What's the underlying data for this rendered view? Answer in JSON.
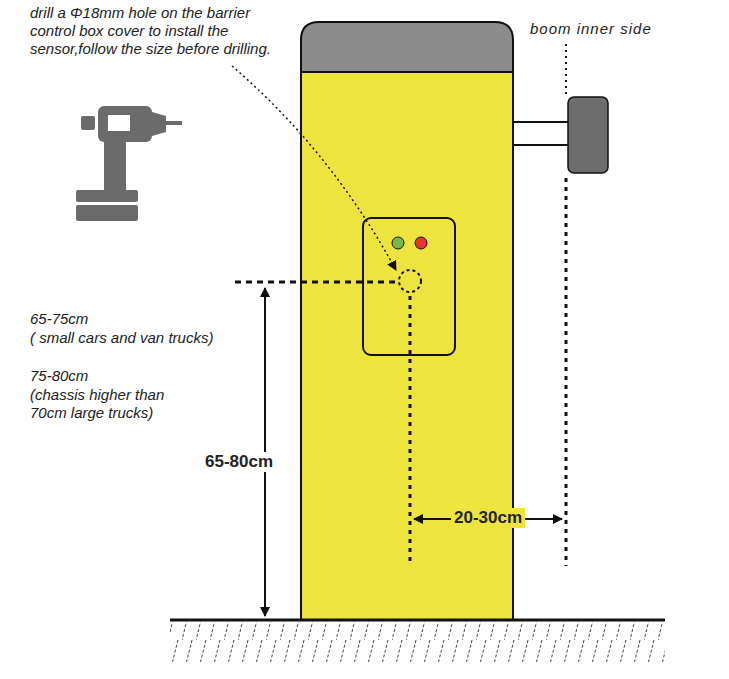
{
  "diagram": {
    "labels": [
      "drill a Φ18mm hole on the barrier control box cover to install the sensor,follow the size before drilling.",
      "boom inner side",
      "65-75cm",
      "( small cars and van trucks)",
      "75-80cm",
      "(chassis higher than 70cm large trucks)",
      "65-80cm",
      "20-30cm"
    ]
  }
}
